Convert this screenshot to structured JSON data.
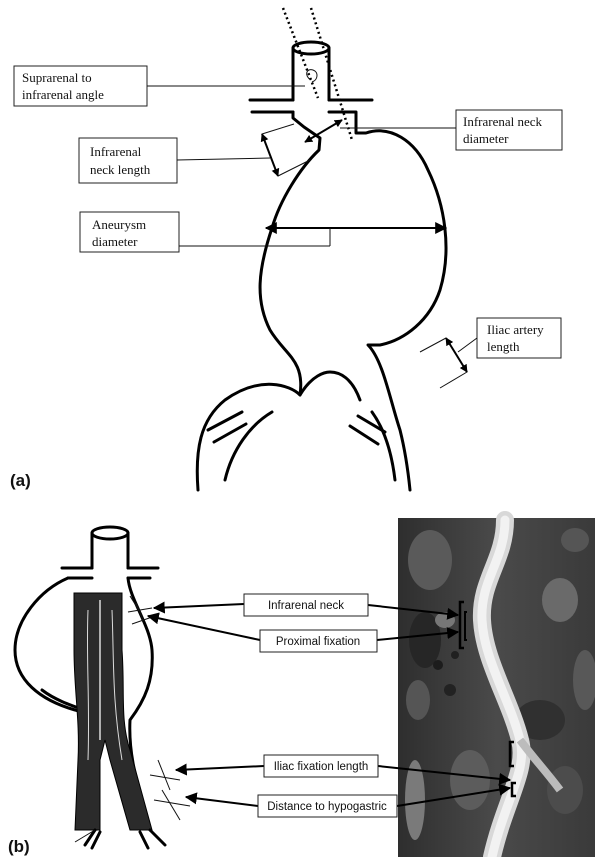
{
  "panel_a": {
    "letter": "(a)",
    "labels": {
      "angle_line1": "Suprarenal to",
      "angle_line2": "infrarenal angle",
      "neck_length_line1": "Infrarenal",
      "neck_length_line2": "neck length",
      "aneurysm_line1": "Aneurysm",
      "aneurysm_line2": "diameter",
      "neck_diameter_line1": "Infrarenal neck",
      "neck_diameter_line2": "diameter",
      "iliac_line1": "Iliac artery",
      "iliac_line2": "length"
    }
  },
  "panel_b": {
    "letter": "(b)",
    "labels": {
      "infrarenal_neck": "Infrarenal neck",
      "proximal_fixation": "Proximal fixation",
      "iliac_fixation_length": "Iliac fixation length",
      "distance_to_hypogastric": "Distance to hypogastric"
    }
  },
  "colors": {
    "line": "#000000",
    "stent_graft": "#2b2b2b",
    "ct_background": "#3c3c3c"
  }
}
